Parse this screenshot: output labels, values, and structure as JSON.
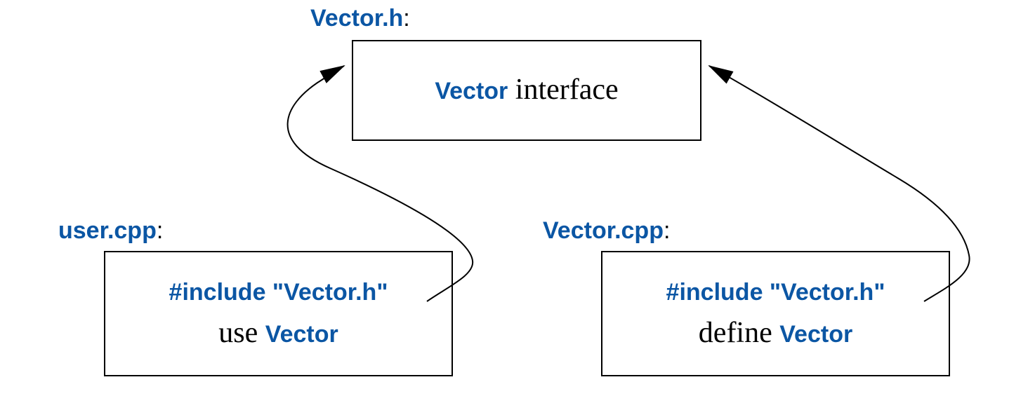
{
  "colors": {
    "code_blue": "#0b56a4",
    "text": "#000000",
    "line": "#000000",
    "background": "#ffffff"
  },
  "header_file": {
    "filename": "Vector.h",
    "colon": ":",
    "box": {
      "code_word": "Vector",
      "text": " interface"
    }
  },
  "user_file": {
    "filename": "user.cpp",
    "colon": ":",
    "box": {
      "include_line": "#include \"Vector.h\"",
      "text": "use ",
      "code_word": "Vector"
    }
  },
  "impl_file": {
    "filename": "Vector.cpp",
    "colon": ":",
    "box": {
      "include_line": "#include \"Vector.h\"",
      "text": "define ",
      "code_word": "Vector"
    }
  },
  "edges": [
    {
      "from": "user_file",
      "to": "header_file"
    },
    {
      "from": "impl_file",
      "to": "header_file"
    }
  ]
}
